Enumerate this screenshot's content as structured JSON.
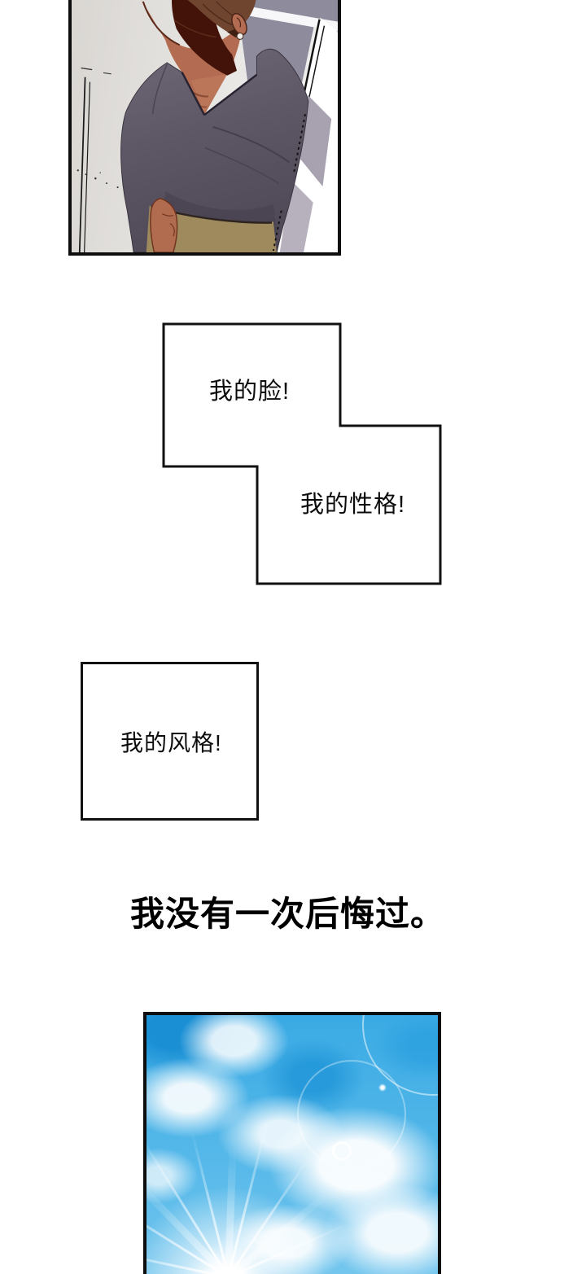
{
  "page": {
    "type": "comic-page",
    "background_color": "#ffffff"
  },
  "panels": {
    "character": {
      "description": "man seen from above, dark v-neck shirt, khaki pants, earring, beside mirror",
      "colors": {
        "skin": "#b36c51",
        "shirt": "#5d5664",
        "hair": "#6f4530",
        "pants": "#9f8a5e",
        "wall": "#8e8b9c",
        "background": "#e4e1de"
      }
    },
    "sky": {
      "description": "bright blue sky with clouds, sun rays and lens flare",
      "colors": {
        "sky_blue": "#3aaae4",
        "cloud": "#ffffff"
      }
    }
  },
  "bubbles": [
    {
      "text": "我的脸!"
    },
    {
      "text": "我的性格!"
    },
    {
      "text": "我的风格!"
    }
  ],
  "caption": {
    "text": "我没有一次后悔过。"
  }
}
